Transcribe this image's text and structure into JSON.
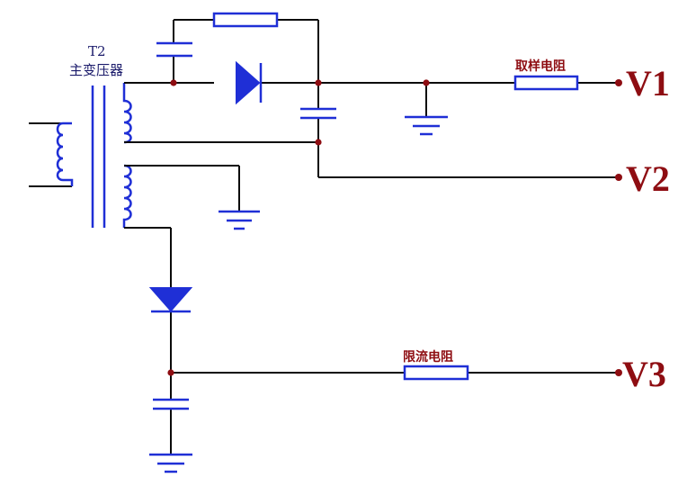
{
  "transformer": {
    "designator": "T2",
    "name": "主变压器"
  },
  "resistors": {
    "sample": "取样电阻",
    "current_limit": "限流电阻"
  },
  "outputs": {
    "v1": "V1",
    "v2": "V2",
    "v3": "V3"
  },
  "colors": {
    "components": "#1f2fd6",
    "wires": "#0b0b0b",
    "labels": "#8e0d12"
  }
}
